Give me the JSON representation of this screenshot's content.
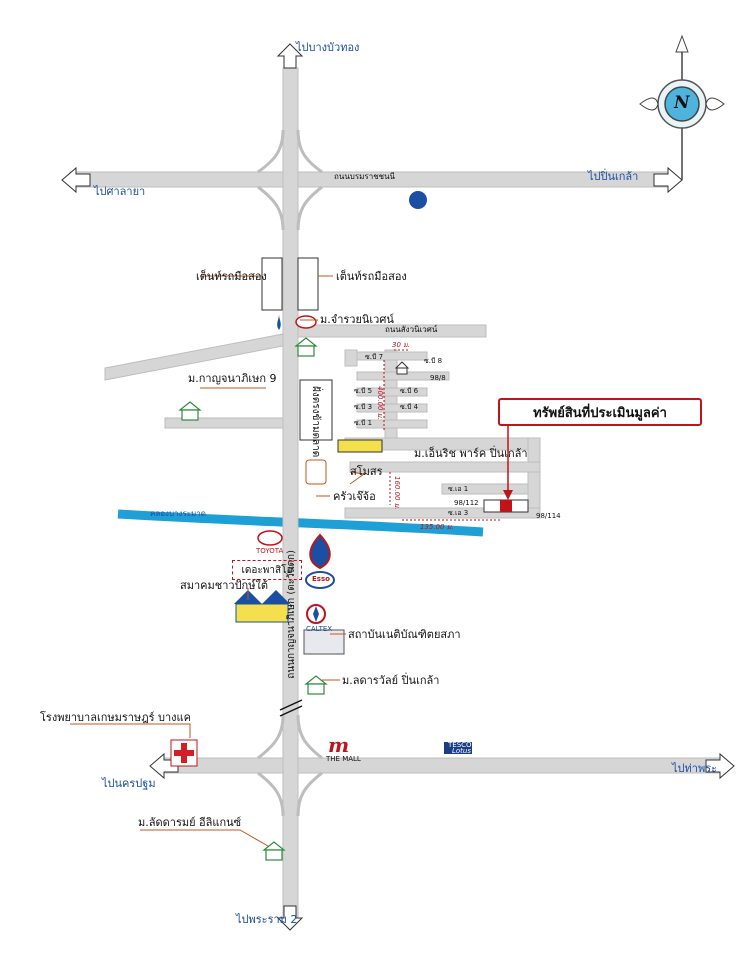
{
  "map": {
    "directions": {
      "north": "ไปบางบัวทอง",
      "west_top": "ไปศาลายา",
      "east_top": "ไปปิ่นเกล้า",
      "west_bottom": "ไปนครปฐม",
      "east_bottom": "ไปท่าพระ",
      "south": "ไปพระราม 2"
    },
    "roads": {
      "borommaratchachonnani": "ถนนบรมราชชนนี",
      "sawang_nivet": "ถนนสังวนิเวศน์",
      "kanchanaphisek": "ถนนกาญจนาภิเษก (ตะวันตก)",
      "canal": "คลองบางระมาด"
    },
    "landmarks": {
      "used_car_1": "เต็นท์รถมือสอง",
      "used_car_2": "เต็นท์รถมือสอง",
      "jamrat_niwet": "ม.จำรวยนิเวศน์",
      "kanchana_phisek": "ม.กาญจนาภิเษก 9",
      "makro_side": "ฝั่งตรงข้ามตลาด",
      "ennrich": "ม.เอ็นริช พาร์ค ปิ่นเกล้า",
      "samoson": "สโมสร",
      "restaurant": "ครัวเจ๊จ้อ",
      "toyota_label": "TOYOTA",
      "toyota_dealer": "เดอะพาสิโอ",
      "samakhom": "สมาคมชาวปักษ์ใต้",
      "law_institute": "สถาบันเนติบัณฑิตยสภา",
      "sataraphat": "ม.ลดารวัลย์ ปิ่นเกล้า",
      "hospital": "โรงพยาบาลเกษมราษฎร์ บางแค",
      "the_mall": "THE MALL",
      "tesco": "TESCO",
      "lotus": "Lotus",
      "latdarom": "ม.ลัดดารมย์ อีลิแกนซ์",
      "caltex": "CALTEX",
      "esso": "Esso"
    },
    "sois": [
      "ซ.บี 8",
      "ซ.บี 7",
      "ซ.บี 6",
      "ซ.บี 5",
      "ซ.บี 4",
      "ซ.บี 3",
      "ซ.บี 1",
      "ซ.เอ 1",
      "ซ.เอ 3"
    ],
    "house_numbers": [
      "98/8",
      "98/112",
      "98/114"
    ],
    "subject_title": "ทรัพย์สินที่ประเมินมูลค่า",
    "distances": {
      "d1": "30 ม.",
      "d2": "400.00 ม.",
      "d3": "160.00 ม.",
      "d4": "135.00 ม."
    },
    "compass": "N",
    "colors": {
      "road": "#d6d6d6",
      "road_edge": "#bdbdbd",
      "canal": "#1e9fd6",
      "marker": "#c0141a",
      "accent": "#c4571b"
    }
  }
}
